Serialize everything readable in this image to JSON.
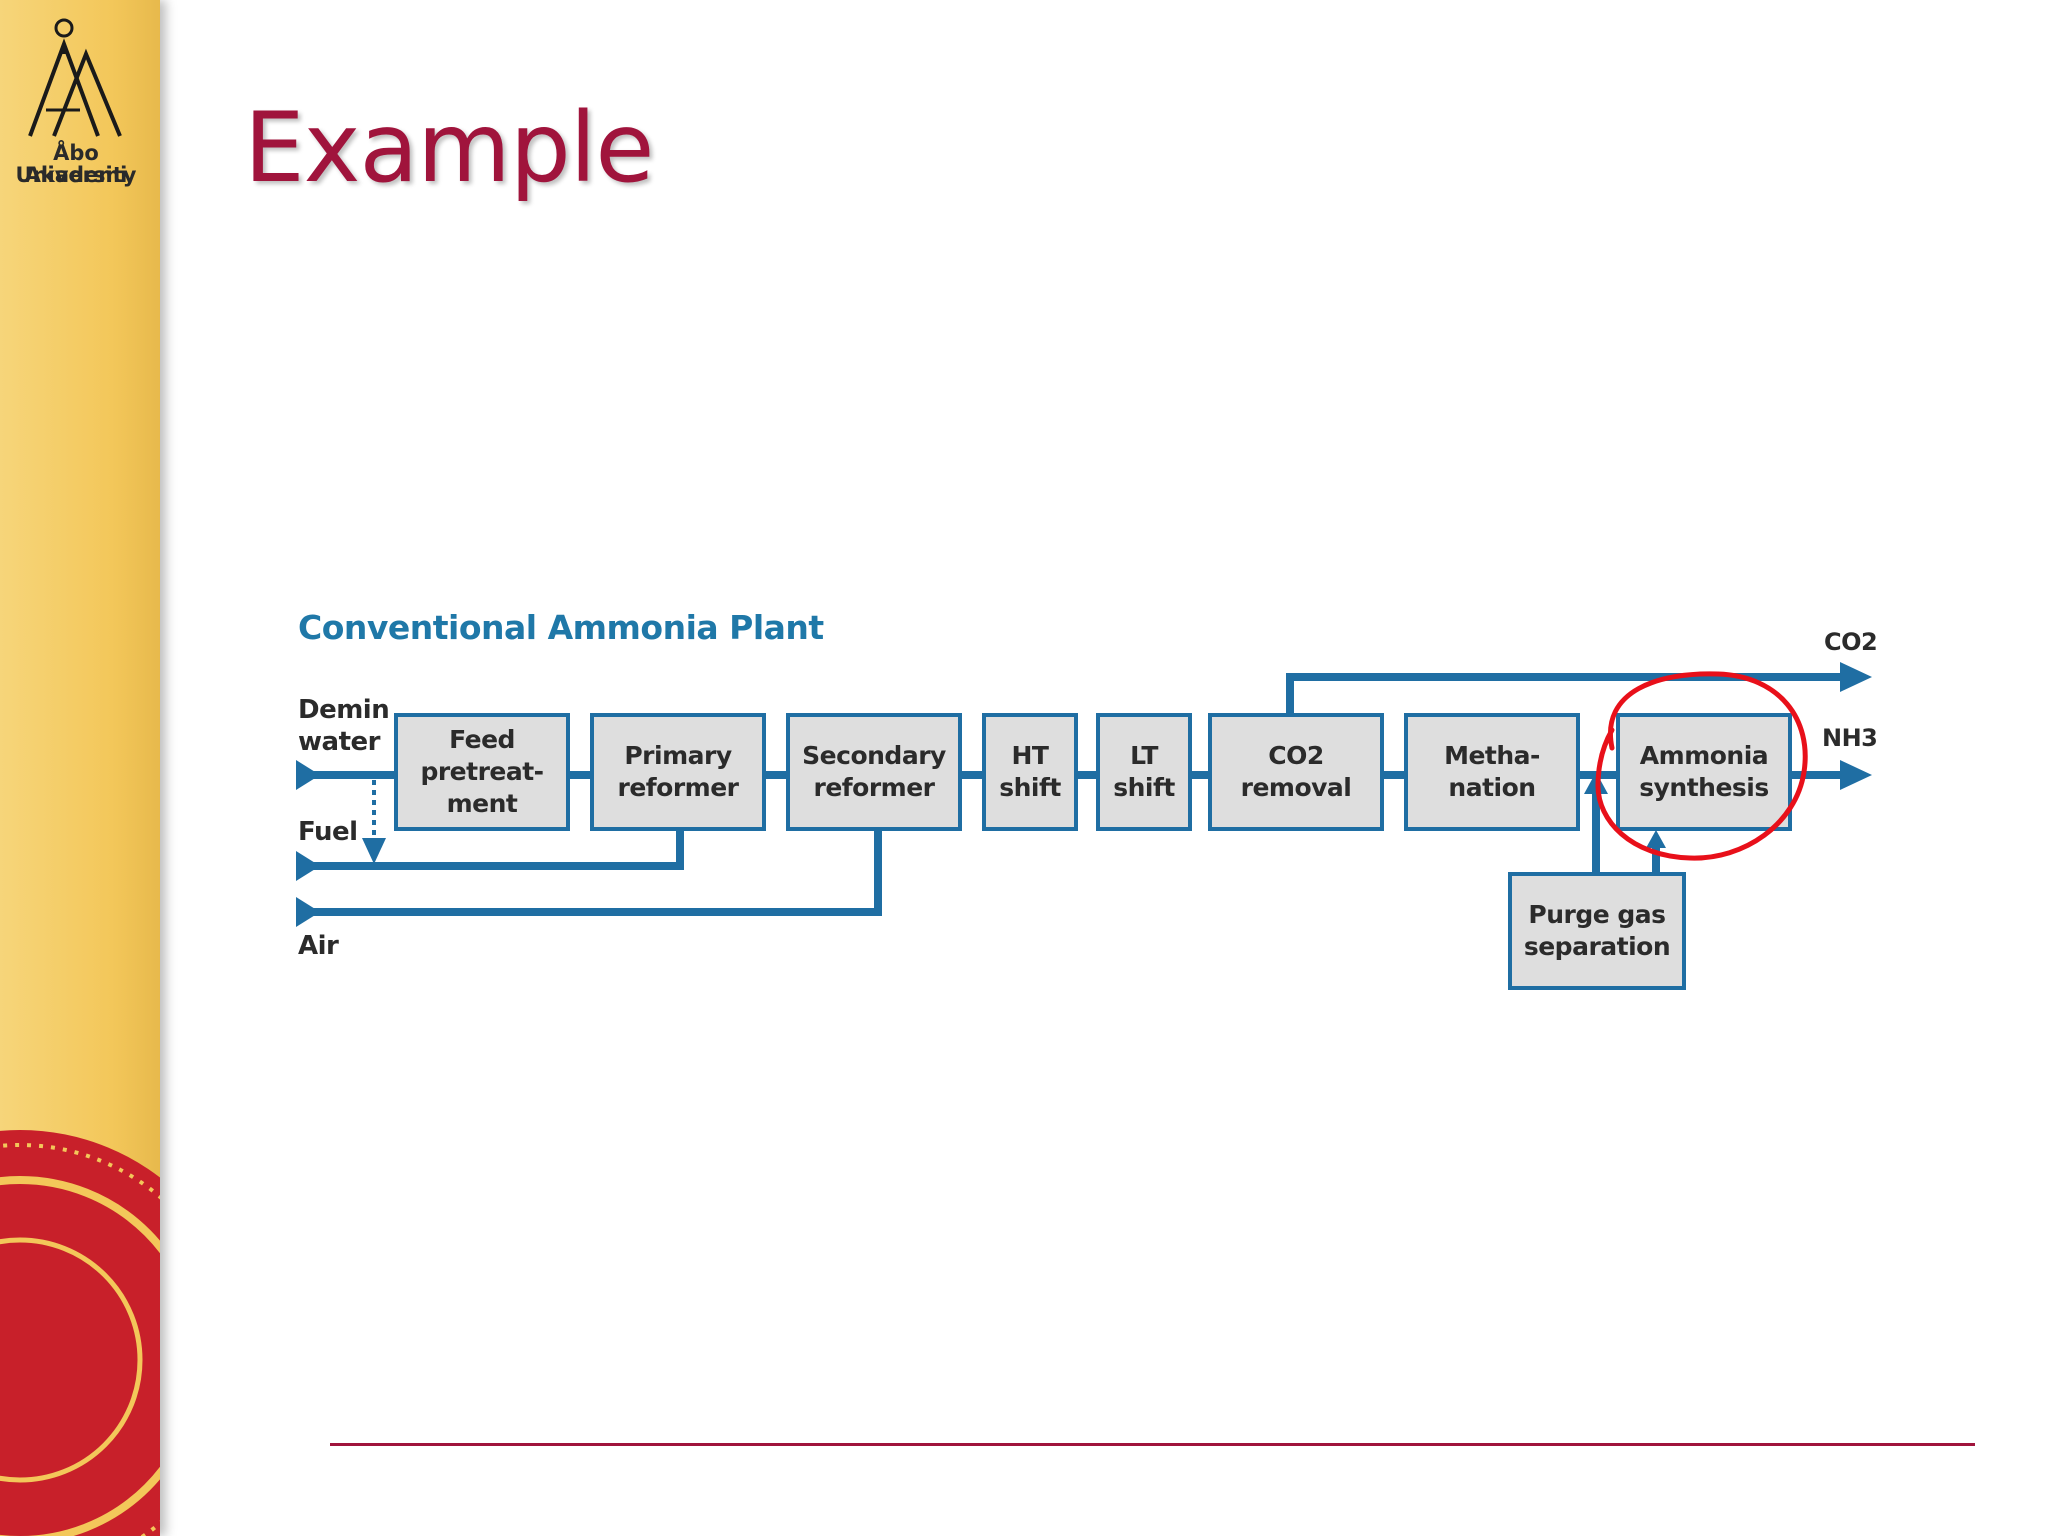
{
  "logo": {
    "line1": "Åbo Akademi",
    "line2": "University",
    "brand_color": "#a0143c",
    "sidebar_color": "#f3c75a"
  },
  "slide": {
    "title": "Example"
  },
  "diagram": {
    "title": "Conventional Ammonia Plant",
    "inputs": {
      "demin_water": [
        "Demin",
        "water"
      ],
      "fuel": "Fuel",
      "air": "Air"
    },
    "outputs": {
      "co2": "CO2",
      "nh3": "NH3"
    },
    "boxes": {
      "feed": [
        "Feed",
        "pretreat-",
        "ment"
      ],
      "primary": [
        "Primary",
        "reformer"
      ],
      "secondary": [
        "Secondary",
        "reformer"
      ],
      "ht": [
        "HT",
        "shift"
      ],
      "lt": [
        "LT",
        "shift"
      ],
      "co2": [
        "CO2",
        "removal"
      ],
      "metha": [
        "Metha-",
        "nation"
      ],
      "ammonia": [
        "Ammonia",
        "synthesis"
      ],
      "purge": [
        "Purge gas",
        "separation"
      ]
    },
    "highlighted": "ammonia",
    "line_color": "#1f6ea3",
    "highlight_color": "#e8101a"
  }
}
